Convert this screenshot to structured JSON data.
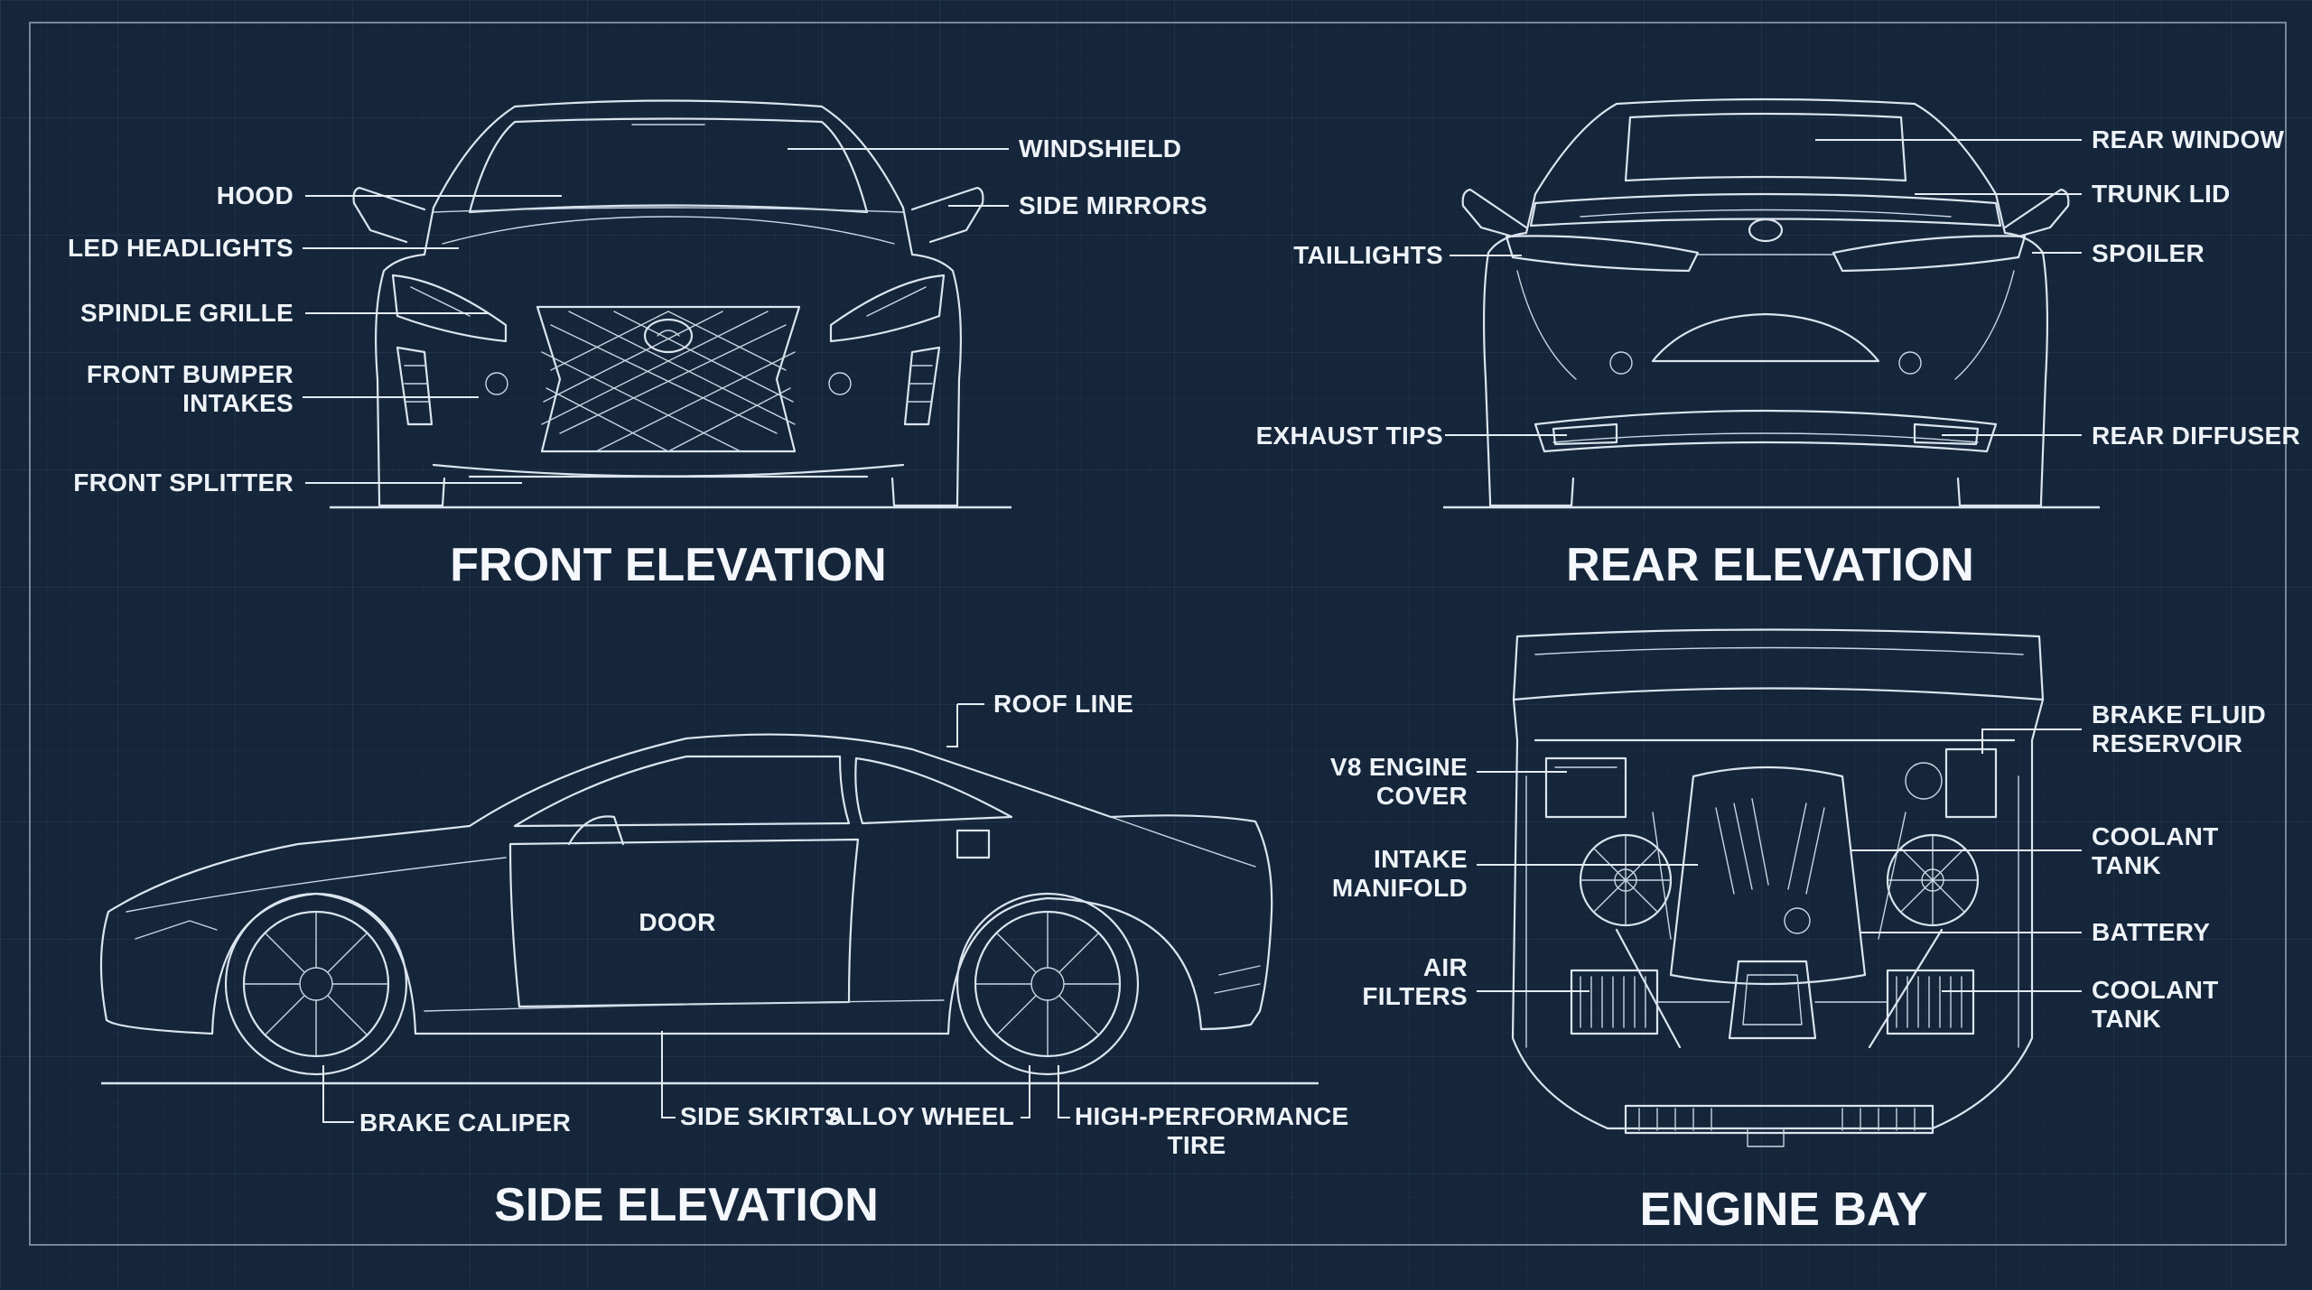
{
  "panels": {
    "front": {
      "title": "FRONT ELEVATION",
      "labels": {
        "hood": "HOOD",
        "led_headlights": "LED HEADLIGHTS",
        "spindle_grille": "SPINDLE GRILLE",
        "front_bumper_intakes_1": "FRONT BUMPER",
        "front_bumper_intakes_2": "INTAKES",
        "front_splitter": "FRONT SPLITTER",
        "windshield": "WINDSHIELD",
        "side_mirrors": "SIDE MIRRORS"
      }
    },
    "rear": {
      "title": "REAR ELEVATION",
      "labels": {
        "taillights": "TAILLIGHTS",
        "exhaust_tips": "EXHAUST TIPS",
        "rear_window": "REAR WINDOW",
        "trunk_lid": "TRUNK LID",
        "spoiler": "SPOILER",
        "rear_diffuser": "REAR DIFFUSER"
      }
    },
    "side": {
      "title": "SIDE ELEVATION",
      "labels": {
        "roof_line": "ROOF LINE",
        "door": "DOOR",
        "brake_caliper": "BRAKE CALIPER",
        "side_skirts": "SIDE SKIRTS",
        "alloy_wheel": "ALLOY WHEEL",
        "tire_1": "HIGH-PERFORMANCE",
        "tire_2": "TIRE"
      }
    },
    "engine": {
      "title": "ENGINE BAY",
      "labels": {
        "v8_cover_1": "V8 ENGINE",
        "v8_cover_2": "COVER",
        "intake_1": "INTAKE",
        "intake_2": "MANIFOLD",
        "air_1": "AIR",
        "air_2": "FILTERS",
        "brake_fluid_1": "BRAKE FLUID",
        "brake_fluid_2": "RESERVOIR",
        "coolant_a_1": "COOLANT",
        "coolant_a_2": "TANK",
        "battery": "BATTERY",
        "coolant_b_1": "COOLANT",
        "coolant_b_2": "TANK"
      }
    }
  },
  "colors": {
    "background": "#15253a",
    "ink": "#dbe5ef",
    "text": "#eef3f8"
  }
}
